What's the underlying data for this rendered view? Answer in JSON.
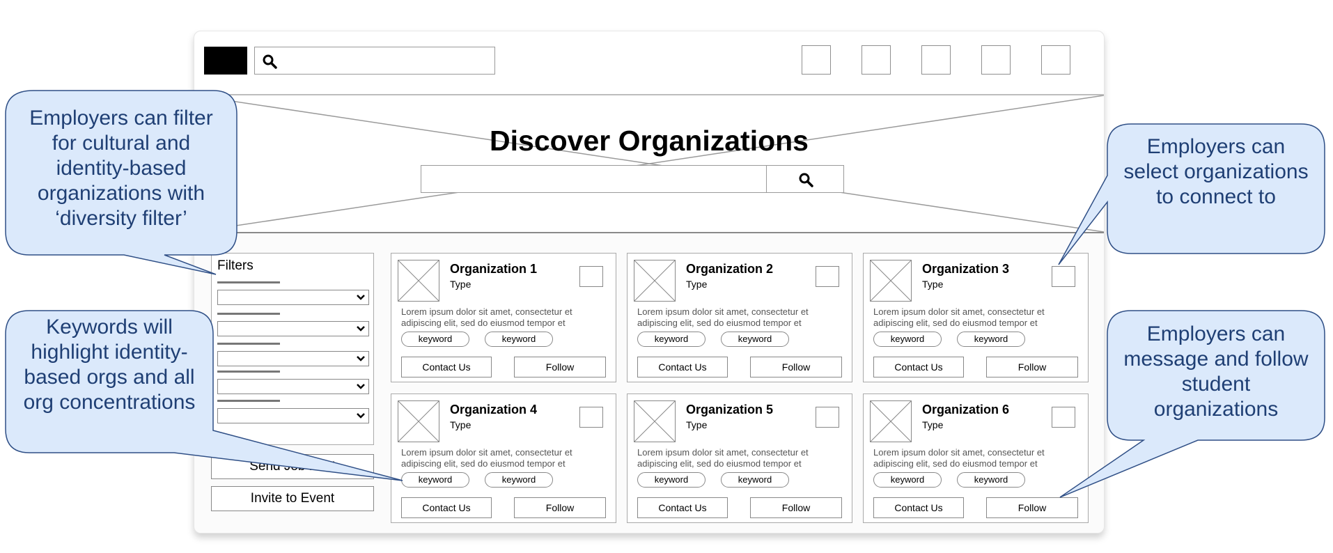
{
  "hero": {
    "title": "Discover Organizations"
  },
  "sidebar": {
    "filters_label": "Filters",
    "send_job_post": "Send Job Post",
    "invite_to_event": "Invite to Event"
  },
  "cards": [
    {
      "name": "Organization 1",
      "type": "Type",
      "description": "Lorem ipsum dolor sit amet, consectetur et adipiscing elit, sed do eiusmod tempor et",
      "keywords": [
        "keyword",
        "keyword"
      ],
      "contact": "Contact Us",
      "follow": "Follow"
    },
    {
      "name": "Organization 2",
      "type": "Type",
      "description": "Lorem ipsum dolor sit amet, consectetur et adipiscing elit, sed do eiusmod tempor et",
      "keywords": [
        "keyword",
        "keyword"
      ],
      "contact": "Contact Us",
      "follow": "Follow"
    },
    {
      "name": "Organization 3",
      "type": "Type",
      "description": "Lorem ipsum dolor sit amet, consectetur et adipiscing elit, sed do eiusmod tempor et",
      "keywords": [
        "keyword",
        "keyword"
      ],
      "contact": "Contact Us",
      "follow": "Follow"
    },
    {
      "name": "Organization 4",
      "type": "Type",
      "description": "Lorem ipsum dolor sit amet, consectetur et adipiscing elit, sed do eiusmod tempor et",
      "keywords": [
        "keyword",
        "keyword"
      ],
      "contact": "Contact Us",
      "follow": "Follow"
    },
    {
      "name": "Organization 5",
      "type": "Type",
      "description": "Lorem ipsum dolor sit amet, consectetur et adipiscing elit, sed do eiusmod tempor et",
      "keywords": [
        "keyword",
        "keyword"
      ],
      "contact": "Contact Us",
      "follow": "Follow"
    },
    {
      "name": "Organization 6",
      "type": "Type",
      "description": "Lorem ipsum dolor sit amet, consectetur et adipiscing elit, sed do eiusmod tempor et",
      "keywords": [
        "keyword",
        "keyword"
      ],
      "contact": "Contact Us",
      "follow": "Follow"
    }
  ],
  "callouts": {
    "diversity_filter": "Employers can filter for cultural and identity-based organizations with ‘diversity filter’",
    "keywords": "Keywords will highlight identity-based orgs and all org concentrations",
    "select_orgs": "Employers can select organizations to connect to",
    "message_follow": "Employers can message and follow student organizations"
  },
  "colors": {
    "callout_fill": "#dbe9fb",
    "callout_stroke": "#2f4f86",
    "callout_text": "#1f3f74",
    "logo": "#000000"
  },
  "icons": [
    "search-icon",
    "chevron-down-icon",
    "image-placeholder-icon"
  ]
}
